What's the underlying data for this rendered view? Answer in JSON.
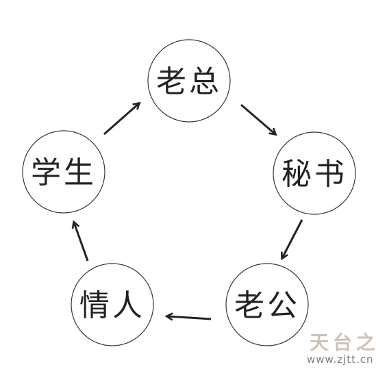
{
  "nodes": [
    {
      "id": "laozong",
      "label": "老总"
    },
    {
      "id": "mishu",
      "label": "秘书"
    },
    {
      "id": "laogong",
      "label": "老公"
    },
    {
      "id": "qingren",
      "label": "情人"
    },
    {
      "id": "xuesheng",
      "label": "学生"
    }
  ],
  "edges": [
    {
      "from": "laozong",
      "to": "mishu"
    },
    {
      "from": "mishu",
      "to": "laogong"
    },
    {
      "from": "laogong",
      "to": "qingren"
    },
    {
      "from": "qingren",
      "to": "xuesheng"
    },
    {
      "from": "xuesheng",
      "to": "laozong"
    }
  ],
  "colors": {
    "circle_stroke": "#333333",
    "arrow": "#222222",
    "text": "#222222"
  },
  "watermark": {
    "logo": "天台之窗",
    "url": "www.zjtt.cn"
  }
}
